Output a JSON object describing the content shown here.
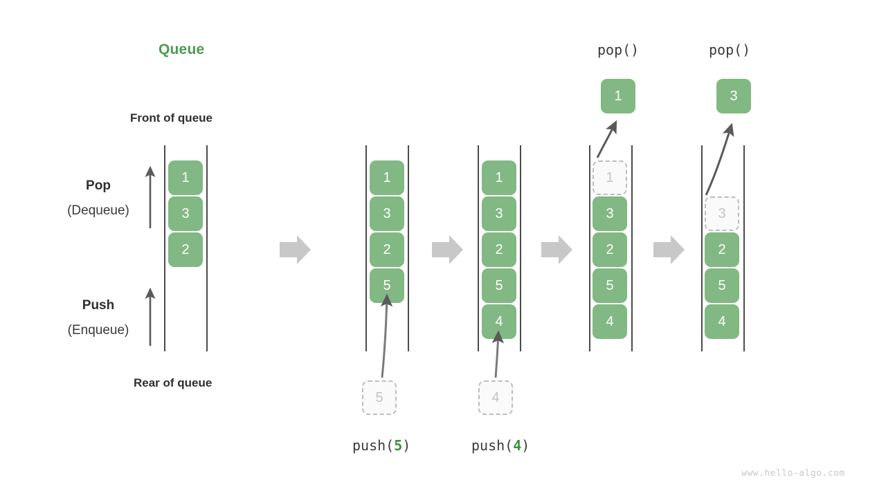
{
  "title": "Queue",
  "labels": {
    "front_of_queue": "Front of queue",
    "rear_of_queue": "Rear of queue",
    "pop_bold": "Pop",
    "pop_paren": "(Dequeue)",
    "push_bold": "Push",
    "push_paren": "(Enqueue)"
  },
  "watermark": "www.hello-algo.com",
  "colors": {
    "accent_green": "#82b883",
    "title_green": "#4e9a51",
    "ghost_border": "#bdbdbd",
    "ghost_text": "#c4c4c4",
    "rail": "#4a4a4a",
    "arrow": "#5a5a5a",
    "flow_arrow": "#c8c8c8",
    "text_dark": "#2f2f2f",
    "watermark": "#c9c9c9"
  },
  "ops": {
    "push5_prefix": "push(",
    "push5_value": "5",
    "push5_suffix": ")",
    "push4_prefix": "push(",
    "push4_value": "4",
    "push4_suffix": ")",
    "pop1_label": "pop()",
    "pop2_label": "pop()"
  },
  "columns": [
    {
      "name": "initial-queue",
      "cells": [
        "1",
        "3",
        "2"
      ],
      "ghosts": [],
      "popped": null,
      "incoming": null,
      "caption": null
    },
    {
      "name": "after-push-5",
      "cells": [
        "1",
        "3",
        "2",
        "5"
      ],
      "ghosts": [],
      "popped": null,
      "incoming": "5",
      "caption": "push(5)"
    },
    {
      "name": "after-push-4",
      "cells": [
        "1",
        "3",
        "2",
        "5",
        "4"
      ],
      "ghosts": [],
      "popped": null,
      "incoming": "4",
      "caption": "push(4)"
    },
    {
      "name": "after-pop-1",
      "cells": [
        "3",
        "2",
        "5",
        "4"
      ],
      "ghosts": [
        "1"
      ],
      "popped": "1",
      "incoming": null,
      "caption": "pop()"
    },
    {
      "name": "after-pop-3",
      "cells": [
        "2",
        "5",
        "4"
      ],
      "ghosts": [
        "3"
      ],
      "popped": "3",
      "incoming": null,
      "caption": "pop()"
    }
  ],
  "flow_arrows": 4
}
